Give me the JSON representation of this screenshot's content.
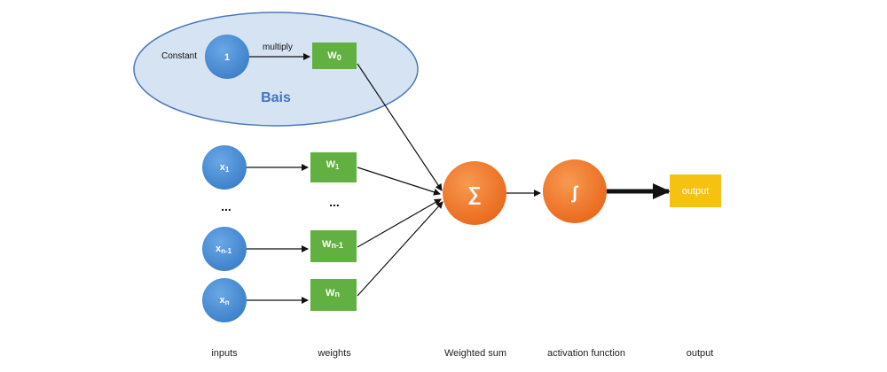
{
  "colors": {
    "input_node": "#4a8fd6",
    "weight_box": "#62b041",
    "sum_node": "#f07a2a",
    "output_box": "#f5c211",
    "bias_fill": "#d6e3f3",
    "bias_stroke": "#4d79b8",
    "bias_text": "#4472c4",
    "arrow": "#111111"
  },
  "bias": {
    "label": "Bais",
    "constant_label": "Constant",
    "multiply_label": "multiply",
    "constant_value": "1",
    "weight": {
      "w": "W",
      "sub": "0"
    }
  },
  "inputs": [
    {
      "x": "x",
      "sub": "1"
    },
    {
      "x": "x",
      "sub": "n-1"
    },
    {
      "x": "x",
      "sub": "n"
    }
  ],
  "weights": [
    {
      "w": "W",
      "sub": "1"
    },
    {
      "w": "W",
      "sub": "n-1"
    },
    {
      "w": "W",
      "sub": "n"
    }
  ],
  "ellipsis": "...",
  "sum_symbol": "∑",
  "activation_symbol": "∫",
  "output_box_label": "output",
  "captions": {
    "inputs": "inputs",
    "weights": "weights",
    "weighted_sum": "Weighted sum",
    "activation": "activation function",
    "output": "output"
  }
}
